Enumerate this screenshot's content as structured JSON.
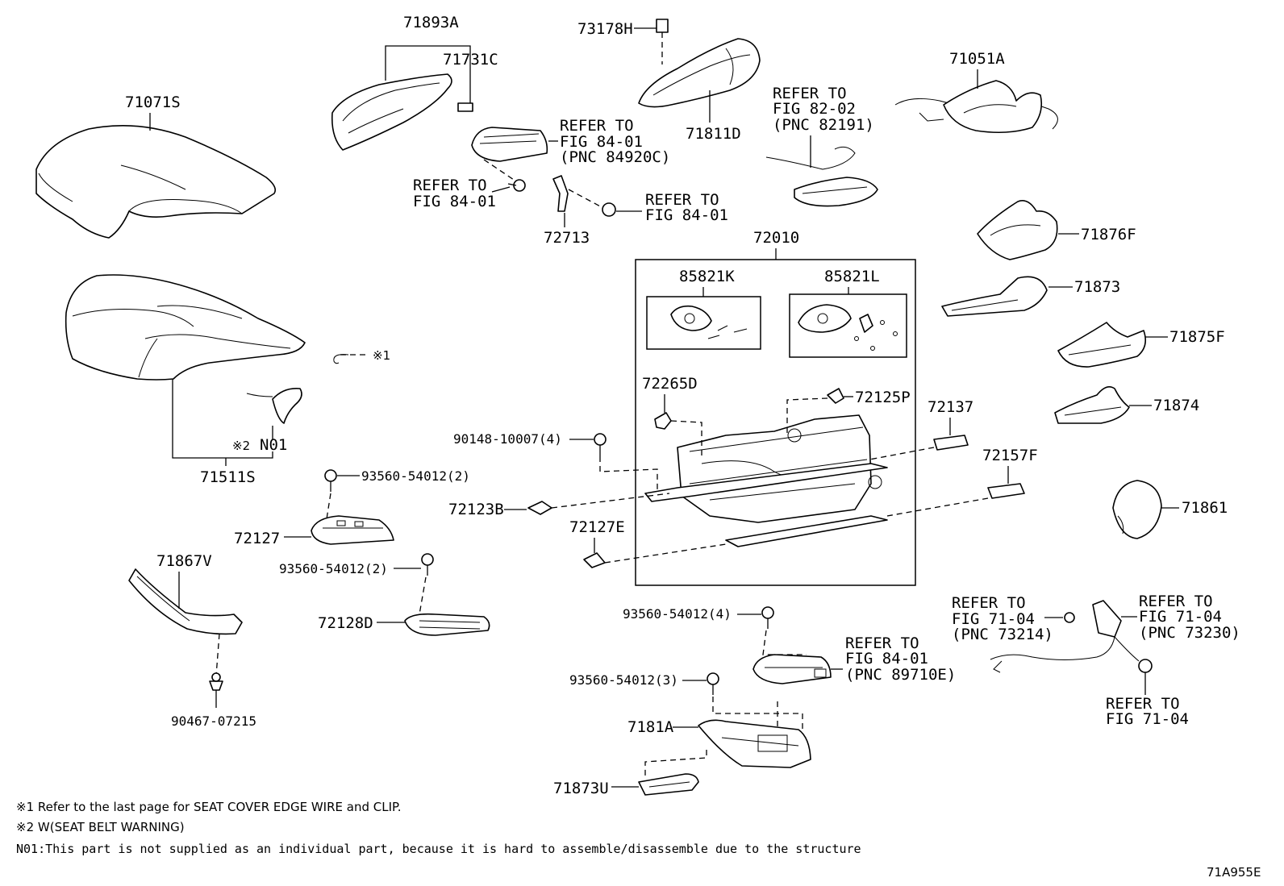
{
  "labels": {
    "p71071S": "71071S",
    "p71893A": "71893A",
    "p71731C": "71731C",
    "p73178H": "73178H",
    "p71811D": "71811D",
    "p71051A": "71051A",
    "p72713": "72713",
    "p72010": "72010",
    "p85821K": "85821K",
    "p85821L": "85821L",
    "p71876F": "71876F",
    "p71873": "71873",
    "p71875F": "71875F",
    "p71874": "71874",
    "p71861": "71861",
    "p72265D": "72265D",
    "p72125P": "72125P",
    "p72137": "72137",
    "p72157F": "72157F",
    "p90148": "90148-10007(4)",
    "p72123B": "72123B",
    "p72127E": "72127E",
    "p71511S": "71511S",
    "pN01": "N01",
    "ref1": "※1",
    "ref2": "※2",
    "p93560a": "93560-54012(2)",
    "p72127": "72127",
    "p93560b": "93560-54012(2)",
    "p72128D": "72128D",
    "p71867V": "71867V",
    "p90467": "90467-07215",
    "p93560c": "93560-54012(4)",
    "p93560d": "93560-54012(3)",
    "p7181A": "7181A",
    "p71873U": "71873U",
    "figId": "71A955E"
  },
  "refs": {
    "r1": [
      "REFER TO",
      "FIG 84-01",
      "(PNC 84920C)"
    ],
    "r2": [
      "REFER TO",
      "FIG 84-01"
    ],
    "r3": [
      "REFER TO",
      "FIG 84-01"
    ],
    "r4": [
      "REFER TO",
      "FIG 82-02",
      "(PNC 82191)"
    ],
    "r5": [
      "REFER TO",
      "FIG 84-01",
      "(PNC 89710E)"
    ],
    "r6": [
      "REFER TO",
      "FIG 71-04",
      "(PNC 73214)"
    ],
    "r7": [
      "REFER TO",
      "FIG 71-04",
      "(PNC 73230)"
    ],
    "r8": [
      "REFER TO",
      "FIG 71-04"
    ]
  },
  "notes": {
    "n1": "※1 Refer to the last page for SEAT COVER EDGE WIRE and CLIP.",
    "n2": "※2 W(SEAT BELT WARNING)",
    "n3": "N01:This part is not supplied as an individual part, because it is hard to assemble/disassemble due to the structure"
  }
}
